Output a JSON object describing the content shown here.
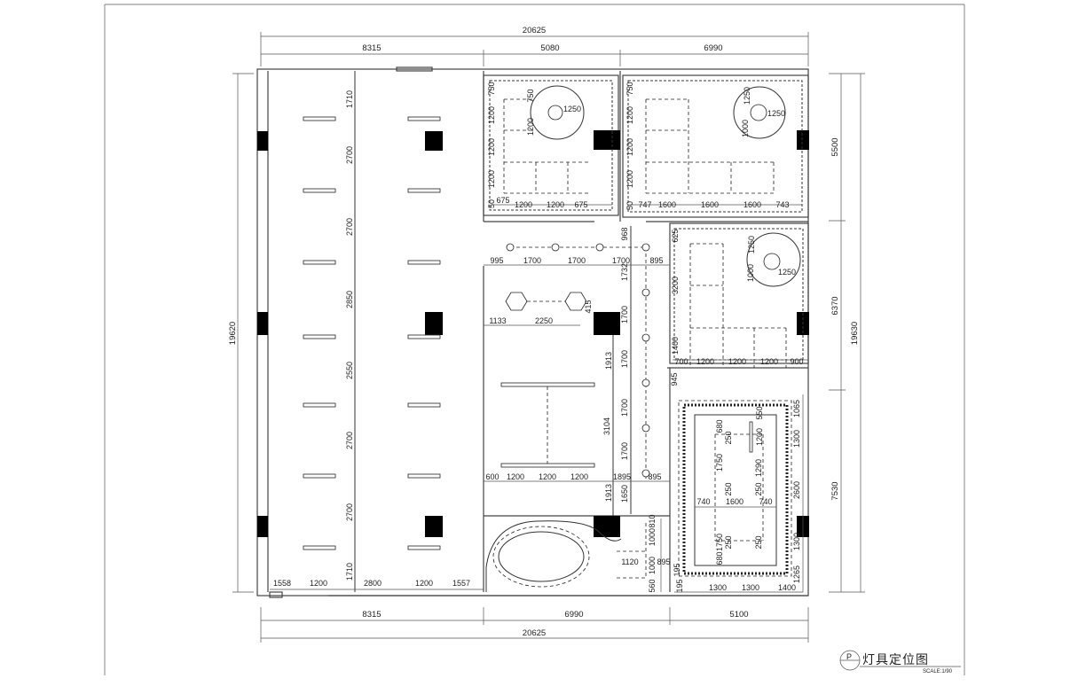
{
  "title": {
    "symbol": "P",
    "text": "灯具定位图",
    "scale": "SCALE:1/90"
  },
  "overall": {
    "top_total": "20625",
    "top_segments": [
      "8315",
      "5080",
      "6990"
    ],
    "bottom_segments": [
      "8315",
      "6990",
      "5100"
    ],
    "bottom_total": "20625",
    "left_total": "19620",
    "right_segments": [
      "5500",
      "6370",
      "7530"
    ],
    "right_total": "19630"
  },
  "hall": {
    "vertical": [
      "1710",
      "2700",
      "2700",
      "2850",
      "2550",
      "2700",
      "2700",
      "1710"
    ],
    "bottom": [
      "1558",
      "1200",
      "2800",
      "1200",
      "1557"
    ]
  },
  "room1": {
    "vertical": [
      "750",
      "1200",
      "1200",
      "1200",
      "50"
    ],
    "bottom": [
      "675",
      "1200",
      "1200",
      "675"
    ],
    "circle": [
      "750",
      "1250",
      "1200"
    ]
  },
  "room2": {
    "vertical": [
      "750",
      "1200",
      "1200",
      "1200",
      "50"
    ],
    "bottom": [
      "747",
      "1600",
      "1600",
      "1600",
      "743"
    ],
    "circle": [
      "1250",
      "1250",
      "1000"
    ]
  },
  "room3": {
    "vertical": [
      "625",
      "3200",
      "1400"
    ],
    "bottom": [
      "700",
      "1200",
      "1200",
      "1200",
      "900"
    ],
    "circle": [
      "1250",
      "1000",
      "1250"
    ]
  },
  "corridor": {
    "top": [
      "995",
      "1700",
      "1700",
      "1700",
      "895"
    ],
    "vertical": [
      "968",
      "1732",
      "1700",
      "1700",
      "1700",
      "1700",
      "1650"
    ],
    "gap": "945"
  },
  "middle": {
    "dims": [
      "1133",
      "2250",
      "415",
      "1913",
      "3104",
      "1913"
    ],
    "bottom": [
      "600",
      "1200",
      "1200",
      "1200",
      "1895",
      "895"
    ]
  },
  "bath": {
    "dims": [
      "810",
      "1000",
      "1120",
      "1000",
      "895",
      "560",
      "195"
    ]
  },
  "room4": {
    "right": [
      "1065",
      "1300",
      "2600",
      "1300",
      "1265"
    ],
    "bottom": [
      "195",
      "1300",
      "1300",
      "1400"
    ],
    "inner": [
      "680",
      "250",
      "1750",
      "740",
      "1600",
      "740",
      "1750",
      "250",
      "680",
      "550",
      "1200",
      "1290",
      "250",
      "250",
      "250"
    ]
  }
}
